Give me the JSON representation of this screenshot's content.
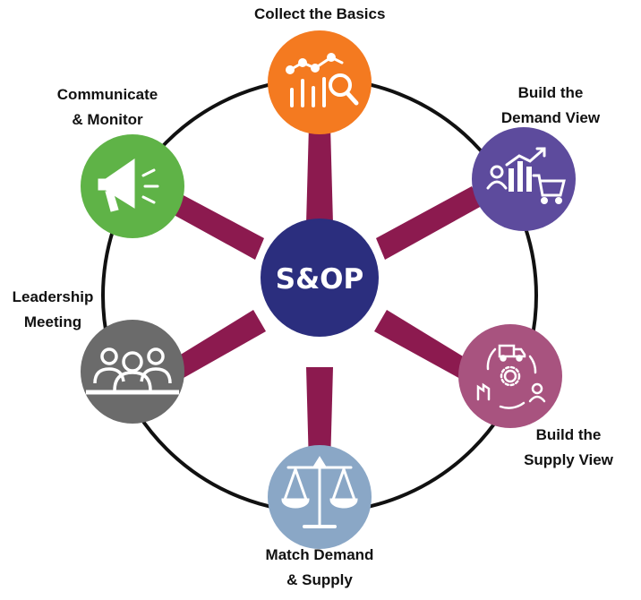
{
  "center": {
    "label": "S&OP",
    "color": "#2b2e7e"
  },
  "spoke_color": "#8c1a4f",
  "ring_color": "#111111",
  "stages": [
    {
      "id": "collect",
      "line1": "Collect the Basics",
      "line2": "",
      "color": "#f47a20",
      "icon": "chart-magnifier-icon"
    },
    {
      "id": "demand",
      "line1": "Build the",
      "line2": "Demand View",
      "color": "#5d4b9d",
      "icon": "demand-chart-cart-icon"
    },
    {
      "id": "supply",
      "line1": "Build the",
      "line2": "Supply View",
      "color": "#a8537f",
      "icon": "supply-cycle-icon"
    },
    {
      "id": "match",
      "line1": "Match Demand",
      "line2": "& Supply",
      "color": "#8aa7c6",
      "icon": "balance-scale-icon"
    },
    {
      "id": "leadership",
      "line1": "Leadership",
      "line2": "Meeting",
      "color": "#6b6b6b",
      "icon": "team-icon"
    },
    {
      "id": "communicate",
      "line1": "Communicate",
      "line2": "& Monitor",
      "color": "#5fb347",
      "icon": "megaphone-icon"
    }
  ]
}
